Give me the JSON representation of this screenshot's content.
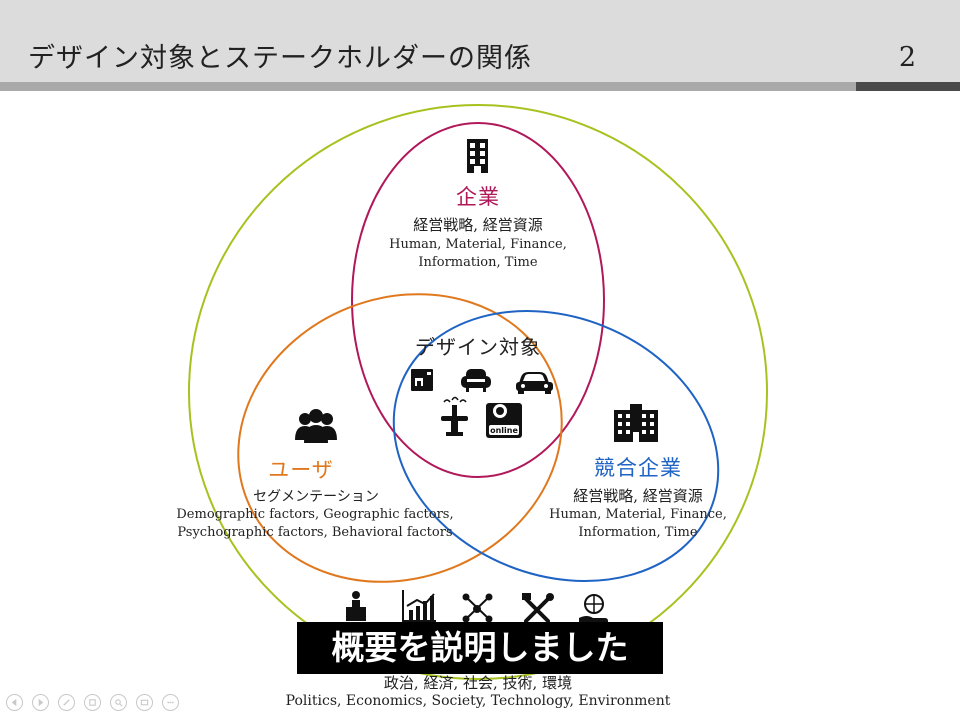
{
  "slide": {
    "title": "デザイン対象とステークホルダーの関係",
    "page_number": "2"
  },
  "diagram": {
    "company": {
      "heading": "企業",
      "subtitle": "経営戦略, 経営資源",
      "resources_line1": "Human, Material, Finance,",
      "resources_line2": "Information, Time",
      "icon": "building-icon",
      "color": "#b0185a"
    },
    "competitor": {
      "heading": "競合企業",
      "subtitle": "経営戦略, 経営資源",
      "resources_line1": "Human, Material, Finance,",
      "resources_line2": "Information, Time",
      "icon": "office-building-icon",
      "color": "#1f63c4"
    },
    "user": {
      "heading": "ユーザ",
      "subtitle": "セグメンテーション",
      "factors_line1": "Demographic factors, Geographic factors,",
      "factors_line2": "Psychographic factors, Behavioral factors",
      "icon": "user-group-icon",
      "color": "#e0781e"
    },
    "design_target": {
      "heading": "デザイン対象",
      "icons": [
        "coffee-machine-icon",
        "sofa-icon",
        "car-icon",
        "fountain-icon",
        "online-service-icon"
      ]
    },
    "environment": {
      "subtitle": "政治, 経済, 社会, 技術, 環境",
      "factors": "Politics, Economics, Society, Technology, Environment",
      "icons": [
        "podium-icon",
        "growth-chart-icon",
        "network-icon",
        "tools-icon",
        "globe-hand-icon"
      ],
      "color": "#a6c21e"
    }
  },
  "caption": {
    "text": "概要を説明しました"
  },
  "colors": {
    "header_bg": "#dcdcdc",
    "band_light": "#a9a9a9",
    "band_dark": "#4a4a4a"
  },
  "nav_controls": [
    "prev-icon",
    "next-icon",
    "pen-icon",
    "slides-icon",
    "zoom-icon",
    "subtitle-icon",
    "more-icon"
  ]
}
